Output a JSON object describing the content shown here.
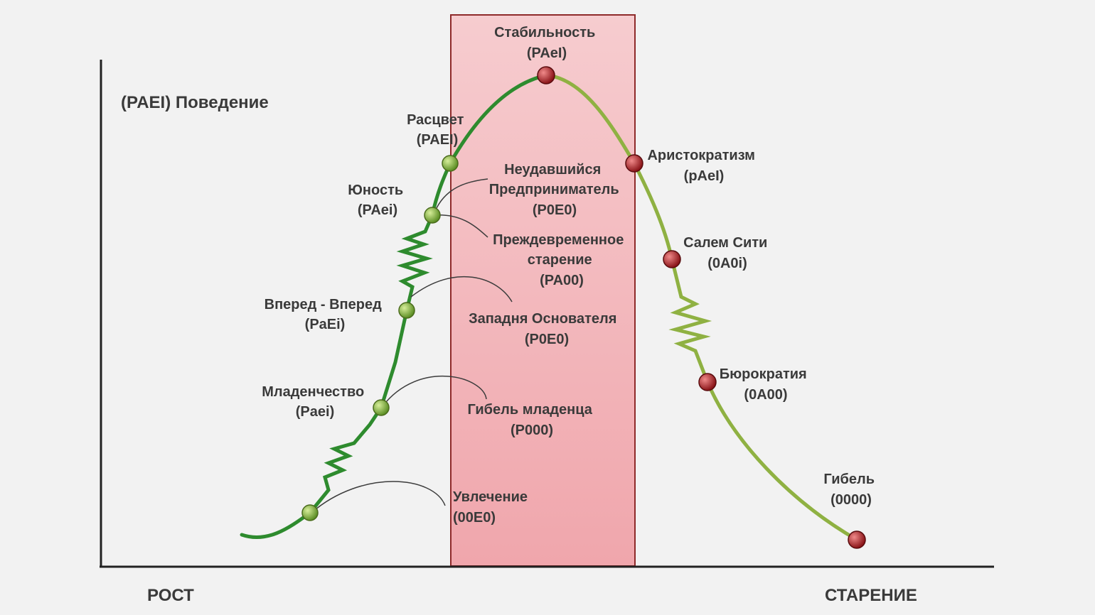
{
  "colors": {
    "background": "#f2f2f2",
    "band_fill": "#f3b3b8",
    "band_stroke": "#8e2a2a",
    "growth_curve": "#2e8b2e",
    "decline_curve": "#8fb142",
    "growth_marker": "#7fae3c",
    "decline_marker": "#b3262c",
    "connector": "#3c3c3c",
    "axis": "#222222",
    "text": "#3a3a3a"
  },
  "axes": {
    "y_label": "(PAEI) Поведение",
    "x_left_label": "РОСТ",
    "x_right_label": "СТАРЕНИЕ"
  },
  "stages": [
    {
      "id": "uvlechenie",
      "name": "Увлечение",
      "code": "(00E0)",
      "kind": "trap"
    },
    {
      "id": "mladenchestvo",
      "name": "Младенчество",
      "code": "(Paei)",
      "kind": "growth"
    },
    {
      "id": "gibel-mladenca",
      "name": "Гибель младенца",
      "code": "(P000)",
      "kind": "trap"
    },
    {
      "id": "vpered-vpered",
      "name": "Вперед - Вперед",
      "code": "(PaEi)",
      "kind": "growth"
    },
    {
      "id": "zapadnya",
      "name": "Западня Основателя",
      "code": "(P0E0)",
      "kind": "trap"
    },
    {
      "id": "yunost",
      "name": "Юность",
      "code": "(PAei)",
      "kind": "growth"
    },
    {
      "id": "prezhdevrem",
      "name": "Преждевременное старение",
      "code": "(PA00)",
      "kind": "trap"
    },
    {
      "id": "neudav",
      "name": "Неудавшийся Предприниматель",
      "code": "(P0E0)",
      "kind": "trap"
    },
    {
      "id": "rascvet",
      "name": "Расцвет",
      "code": "(PAEI)",
      "kind": "growth"
    },
    {
      "id": "stabilnost",
      "name": "Стабильность",
      "code": "(PAeI)",
      "kind": "decline"
    },
    {
      "id": "aristokratizm",
      "name": "Аристократизм",
      "code": "(pAeI)",
      "kind": "decline"
    },
    {
      "id": "salem",
      "name": "Салем Сити",
      "code": "(0A0i)",
      "kind": "decline"
    },
    {
      "id": "byurokratiya",
      "name": "Бюрократия",
      "code": "(0A00)",
      "kind": "decline"
    },
    {
      "id": "gibel",
      "name": "Гибель",
      "code": "(0000)",
      "kind": "decline"
    }
  ],
  "labels": {
    "uvlechenie": [
      "Увлечение",
      "(00E0)"
    ],
    "mladenchestvo": [
      "Младенчество",
      "(Paei)"
    ],
    "gibel-mladenca": [
      "Гибель младенца",
      "(P000)"
    ],
    "vpered-vpered": [
      "Вперед - Вперед",
      "(PaEi)"
    ],
    "zapadnya": [
      "Западня Основателя",
      "(P0E0)"
    ],
    "yunost": [
      "Юность",
      "(PAei)"
    ],
    "prezhdevrem": [
      "Преждевременное",
      "старение",
      "(PA00)"
    ],
    "neudav": [
      "Неудавшийся",
      "Предприниматель",
      "(P0E0)"
    ],
    "rascvet": [
      "Расцвет",
      "(PAEI)"
    ],
    "stabilnost": [
      "Стабильность",
      "(PAeI)"
    ],
    "aristokratizm": [
      "Аристократизм",
      "(pAeI)"
    ],
    "salem": [
      "Салем Сити",
      "(0A0i)"
    ],
    "byurokratiya": [
      "Бюрократия",
      "(0A00)"
    ],
    "gibel": [
      "Гибель",
      "(0000)"
    ]
  }
}
